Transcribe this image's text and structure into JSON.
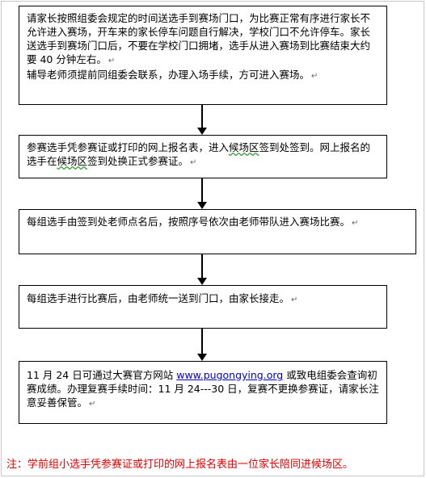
{
  "flowchart": {
    "box1": {
      "line1": "请家长按照组委会规定的时间送选手到赛场门口，为比赛正常有序进行家长不允许进入赛场，开车来的家长停车问题自行解决，学校门口不允许停车。家长送选手到赛场门口后，不要在学校门口拥堵，选手从进入赛场到比赛结束大约要 40 分钟左右。",
      "line2": "辅导老师须提前同组委会联系，办理入场手续，方可进入赛场。",
      "mark": "↵"
    },
    "box2": {
      "part1": "参赛选手凭参赛证或打印的网上报名表，进入",
      "u1": "候场区",
      "part2": "签到处签到。网上报名的选手在",
      "u2": "候场区",
      "part3": "签到处换正式参赛证。",
      "mark": "↵"
    },
    "box3": {
      "text": "每组选手由签到处老师点名后，按照序号依次由老师带队进入赛场比赛。",
      "mark": "↵"
    },
    "box4": {
      "text": "每组选手进行比赛后，由老师统一送到门口，由家长接走。",
      "mark": "↵"
    },
    "box5": {
      "part1": "11 月 24 日可通过大赛官方网站 ",
      "link": "www.pugongying.org",
      "part2": " 或致电组委会查询初赛成绩。办理复赛手续时间：11 月 24---30 日，复赛不更换参赛证，请家长注意妥善保管。",
      "mark": "↵"
    }
  },
  "footnote": "注：学前组小选手凭参赛证或打印的网上报名表由一位家长陪同进候场区。",
  "colors": {
    "note": "#e00000",
    "link": "#0000cc",
    "border": "#000000"
  }
}
